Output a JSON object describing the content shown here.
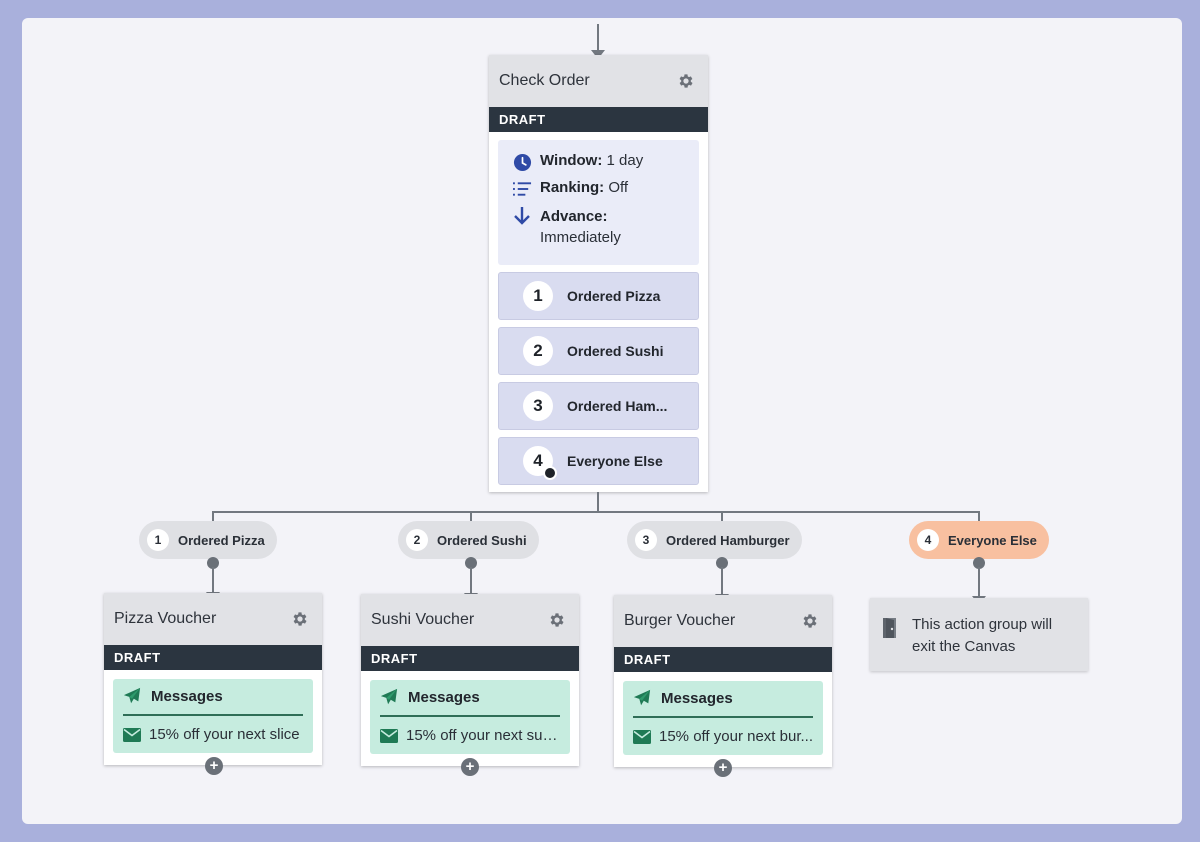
{
  "check_order": {
    "title": "Check Order",
    "status": "DRAFT",
    "window_label": "Window:",
    "window_value": "1 day",
    "ranking_label": "Ranking:",
    "ranking_value": "Off",
    "advance_label": "Advance:",
    "advance_value": "Immediately",
    "paths": [
      {
        "num": "1",
        "label": "Ordered Pizza"
      },
      {
        "num": "2",
        "label": "Ordered Sushi"
      },
      {
        "num": "3",
        "label": "Ordered Ham..."
      },
      {
        "num": "4",
        "label": "Everyone Else"
      }
    ]
  },
  "branches": [
    {
      "num": "1",
      "label": "Ordered Pizza"
    },
    {
      "num": "2",
      "label": "Ordered Sushi"
    },
    {
      "num": "3",
      "label": "Ordered Hamburger"
    },
    {
      "num": "4",
      "label": "Everyone Else"
    }
  ],
  "steps": [
    {
      "title": "Pizza Voucher",
      "status": "DRAFT",
      "messages_label": "Messages",
      "message": "15% off your next slice"
    },
    {
      "title": "Sushi Voucher",
      "status": "DRAFT",
      "messages_label": "Messages",
      "message": "15% off your next sushi"
    },
    {
      "title": "Burger Voucher",
      "status": "DRAFT",
      "messages_label": "Messages",
      "message": "15% off your next bur..."
    }
  ],
  "exit_box": {
    "text": "This action group will exit the Canvas"
  },
  "colors": {
    "frame": "#a9b0dc",
    "draft_bar": "#2b3540",
    "path_item": "#d9dcf0",
    "message_box": "#c6ecdf",
    "everyone_else_pill": "#f8c0a0",
    "icon_blue": "#2f4aa6",
    "icon_green": "#1f7a55"
  },
  "icons": {
    "window": "clock-icon",
    "ranking": "ranking-list-icon",
    "advance": "arrow-down-icon",
    "settings": "gear-icon",
    "messages": "paper-plane-icon",
    "email": "envelope-icon",
    "exit": "door-exit-icon",
    "add": "plus-icon"
  }
}
